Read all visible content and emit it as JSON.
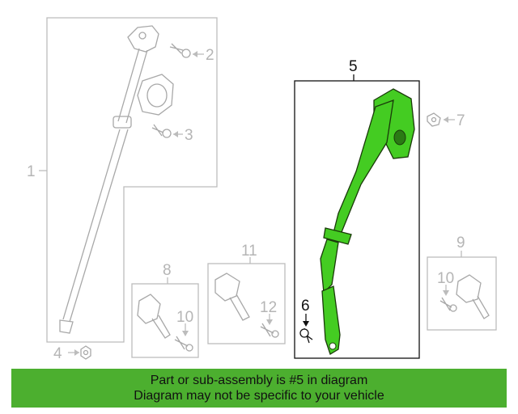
{
  "callouts": {
    "c1": "1",
    "c2": "2",
    "c3": "3",
    "c4": "4",
    "c5": "5",
    "c6": "6",
    "c7": "7",
    "c8": "8",
    "c9": "9",
    "c10a": "10",
    "c10b": "10",
    "c11": "11",
    "c12": "12"
  },
  "highlighted_part": "5",
  "colors": {
    "highlight_fill": "#44cc22",
    "highlight_stroke": "#1a3a0a",
    "dim_lines": "#bcbcbc",
    "banner_bg": "#4caf2f"
  },
  "banner": {
    "line1": "Part or sub-assembly is #5 in diagram",
    "line2": "Diagram may not be specific to your vehicle"
  }
}
